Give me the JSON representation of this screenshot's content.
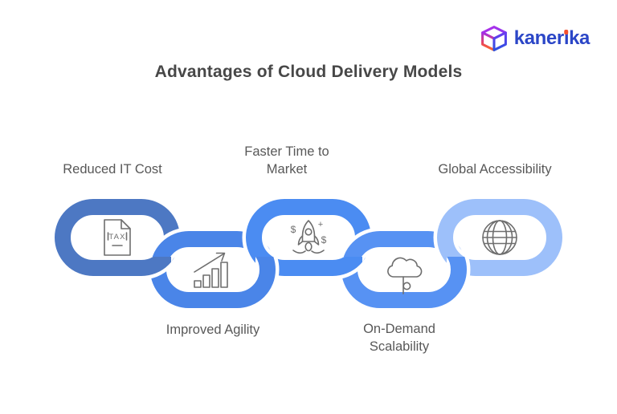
{
  "brand": {
    "name": "kanerika",
    "name_before_i": "kaner",
    "name_i": "ı",
    "name_after_i": "ka",
    "text_color": "#2b46c7",
    "dot_color": "#f4502e"
  },
  "title": "Advantages of Cloud Delivery Models",
  "chain": {
    "links": [
      {
        "label": "Reduced IT Cost",
        "label_position": "top",
        "icon": "tax-document",
        "color": "#4d78c3",
        "icon_text": "TAX"
      },
      {
        "label": "Improved Agility",
        "label_position": "bottom",
        "icon": "growth-chart",
        "color": "#4a85e8"
      },
      {
        "label": "Faster Time to Market",
        "label_position": "top",
        "icon": "rocket-dollar",
        "color": "#4b8cf2",
        "icon_texts": {
          "dollar_left": "$",
          "dollar_right": "$",
          "sparkle": "+"
        }
      },
      {
        "label": "On-Demand Scalability",
        "label_position": "bottom",
        "icon": "cloud-on-demand",
        "color": "#5792f3"
      },
      {
        "label": "Global Accessibility",
        "label_position": "top",
        "icon": "globe",
        "color": "#9dc0fa"
      }
    ]
  },
  "colors": {
    "background": "#ffffff",
    "link_casing": "#ffffff",
    "icon_stroke": "#6e6e6e",
    "label_text": "#585858",
    "title_text": "#474747"
  }
}
